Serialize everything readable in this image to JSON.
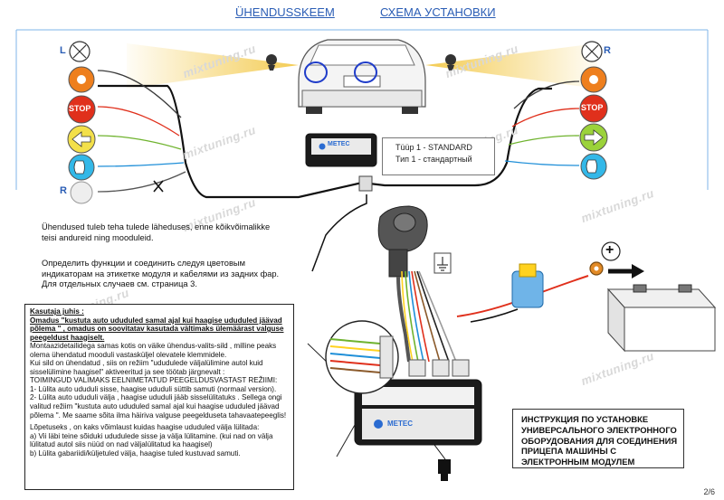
{
  "titles": {
    "left": "ÜHENDUSSKEEM",
    "right": "СХЕМА УСТАНОВКИ"
  },
  "side_labels": {
    "left": "L",
    "right": "R"
  },
  "light_signs": {
    "stop": "STOP"
  },
  "left_lights": [
    "position-light",
    "stop-light",
    "turn-signal",
    "fog-light",
    "reverse-light"
  ],
  "right_lights": [
    "position-light",
    "stop-light",
    "turn-signal",
    "fog-light"
  ],
  "connection_mark": "X",
  "module_brand": "METEC",
  "type_box": {
    "line1": "Tüüp 1  - STANDARD",
    "line2": "Тип 1  - стандартный"
  },
  "note_estonian": "Ühendused tuleb teha tulede läheduses, enne  kõikvõimalikke teisi andureid ning mooduleid.",
  "note_russian": "Определить функции и соединить следуя цветовым индикаторам на этикетке модуля и кабелями из задних фар. Для отдельных случаев см. страница 3.",
  "user_guide": {
    "title": "Kasutaja juhis :",
    "bold": "Omadus  \"kustuta auto ududuled samal ajal kui haagise ududuled jäävad põlema \" , omadus on soovitatav kasutada vältimaks ülemäärast valguse peegeldust haagiselt.",
    "p1": "Montaazidetailidega samas kotis on  väike ühendus-valits-sild , milline peaks olema ühendatud mooduli vastasküljel olevatele  klemmidele.",
    "p2": "Kui sild on ühendatud , siis on  režiim \"ududulede  väljalülimine autol  kuid sisselülimine haagisel\" aktiveeritud  ja see töötab järgnevalt :",
    "p3": "TOIMINGUD VALIMAKS  EELNIMETATUD PEEGELDUSVASTAST REŽIIMI:",
    "p4": "1- Lülita auto ududuli sisse, haagise ududuli süttib samuti (normaal version).",
    "p5": "2- Lülita auto ududuli välja , haagise ududuli jääb sisselülitatuks .  Sellega ongi valitud režiim \"kustuta auto ududuled samal ajal kui haagise ududuled jäävad põlema \".  Me saame sõita ilma häiriva valguse peegelduseta tahavaatepeeglis!",
    "p6": "Lõpetuseks , on kaks võimlaust  kuidas  haagise ududuled välja lülitada:",
    "p7": "a) Vii läbi teine  sõiduki ududulede sisse ja välja lülitamine. (kui nad on välja lülitatud autol siis nüüd on nad väljalülitatud ka haagisel)",
    "p8": "b) Lülita gabariidi/küljetuled välja, haagise tuled kustuvad samuti."
  },
  "instruction": "ИНСТРУКЦИЯ ПО УСТАНОВКЕ УНИВЕРСАЛЬНОГО ЭЛЕКТРОННОГО ОБОРУДОВАНИЯ ДЛЯ СОЕДИНЕНИЯ ПРИЦЕПА МАШИНЫ С ЭЛЕКТРОННЫМ МОДУЛЕМ",
  "plus_sign": "+",
  "page": "2/6",
  "watermark": "mixtuning.ru",
  "colors": {
    "beam": "#f3c94a",
    "stop": "#e0301c",
    "turn": "#9bd23a",
    "fog": "#33b8e8",
    "position": "#b9c7ff",
    "orange": "#ee7f1e",
    "wire_red": "#e0301c",
    "title_blue": "#2a5db5"
  }
}
